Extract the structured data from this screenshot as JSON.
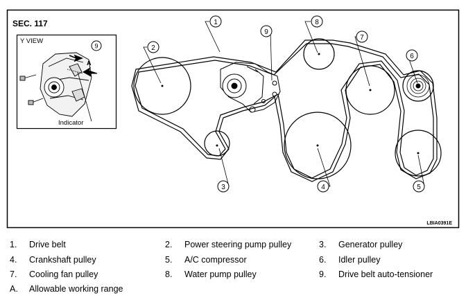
{
  "section_label": "SEC. 117",
  "inset": {
    "view_label": "Y VIEW",
    "callout": "9",
    "range_label": "A",
    "indicator_label": "Indicator"
  },
  "callouts": [
    "1",
    "2",
    "3",
    "4",
    "5",
    "6",
    "7",
    "8",
    "9"
  ],
  "figure_code": "LBIA0391E",
  "legend": [
    {
      "num": "1.",
      "text": "Drive belt"
    },
    {
      "num": "2.",
      "text": "Power steering pump pulley"
    },
    {
      "num": "3.",
      "text": "Generator pulley"
    },
    {
      "num": "4.",
      "text": "Crankshaft pulley"
    },
    {
      "num": "5.",
      "text": "A/C compressor"
    },
    {
      "num": "6.",
      "text": "Idler pulley"
    },
    {
      "num": "7.",
      "text": "Cooling fan pulley"
    },
    {
      "num": "8.",
      "text": "Water pump pulley"
    },
    {
      "num": "9.",
      "text": "Drive belt auto-tensioner"
    },
    {
      "num": "A.",
      "text": "Allowable working range"
    }
  ]
}
